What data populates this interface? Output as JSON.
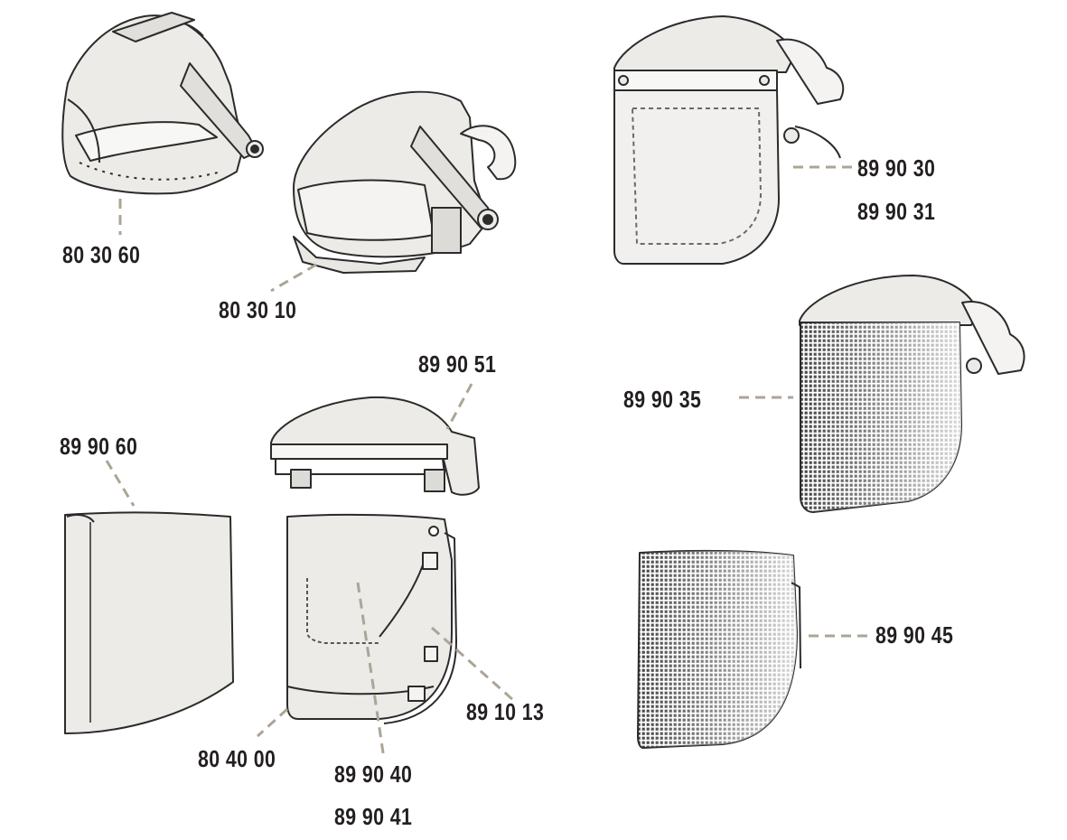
{
  "colors": {
    "label": "#231f20",
    "leader": "#aca597",
    "outline": "#2b2b2b",
    "part_fill": "#ecebe8",
    "mesh_dark": "#3a3a3a"
  },
  "labels": {
    "headgear_ratchet": "80 30 60",
    "headgear_deluxe": "80 30 10",
    "visor_clear_assembly_a": "89 90 30",
    "visor_clear_assembly_b": "89 90 31",
    "mesh_visor_assembly": "89 90 35",
    "brow_guard": "89 90 51",
    "cover_film": "89 90 60",
    "mesh_visor": "89 90 45",
    "clear_visor_a": "89 90 40",
    "clear_visor_b": "89 90 41",
    "visor_frame_clip": "89 10 13",
    "visor_frame": "80 40 00"
  }
}
